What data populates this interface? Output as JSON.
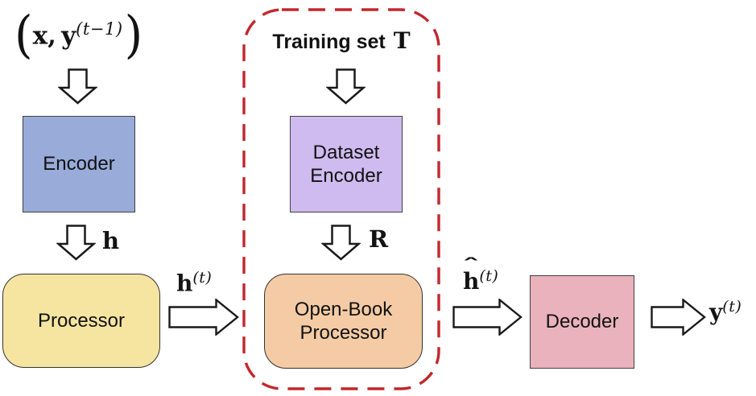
{
  "diagram": {
    "background": "#ffffff",
    "arrow_style": {
      "fill": "#ffffff",
      "stroke": "#1a1a1a"
    },
    "nodes": {
      "encoder": {
        "label": "Encoder",
        "fill": "#98ABD9"
      },
      "processor": {
        "label": "Processor",
        "fill": "#F5E5A1"
      },
      "dataset_encoder": {
        "label_line1": "Dataset",
        "label_line2": "Encoder",
        "fill": "#CFBBEF"
      },
      "open_book_processor": {
        "label_line1": "Open-Book",
        "label_line2": "Processor",
        "fill": "#F4CBA4"
      },
      "decoder": {
        "label": "Decoder",
        "fill": "#EAB2BC"
      }
    },
    "dashed_region": {
      "label_prefix": "Training set",
      "label_symbol": "T",
      "stroke": "#C1272D"
    },
    "math_labels": {
      "input_open_paren": "(",
      "input_x": "x",
      "input_comma": ", ",
      "input_y": "y",
      "input_sup": "(t−1)",
      "input_close_paren": ")",
      "h": "h",
      "h_t_base": "h",
      "h_t_sup": "(t)",
      "R": "R",
      "h_hat_accent": "ˆ",
      "h_hat_base": "h",
      "h_hat_sup": "(t)",
      "y_t_base": "y",
      "y_t_sup": "(t)"
    }
  }
}
